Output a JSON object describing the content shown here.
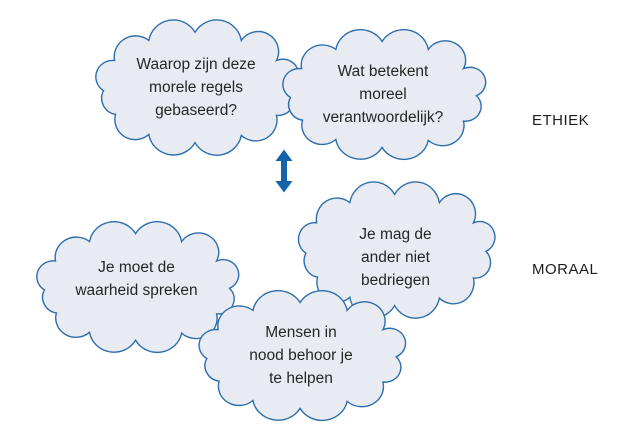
{
  "diagram": {
    "title_hidden": "",
    "labels": {
      "ethiek": "ETHIEK",
      "moraal": "MORAAL"
    },
    "clouds": {
      "ethics_question_1": {
        "text": "Waarop zijn deze\nmorele regels\ngebaseerd?"
      },
      "ethics_question_2": {
        "text": "Wat betekent\nmoreel\nverantwoordelijk?"
      },
      "moral_rule_bedriegen": {
        "text": "Je mag de\nander niet\nbedriegen"
      },
      "moral_rule_waarheid": {
        "text": "Je moet de\nwaarheid spreken"
      },
      "moral_rule_helpen": {
        "text": "Mensen in\nnood behoor je\nte helpen"
      }
    },
    "icons": {
      "connector": "double-arrow-vertical"
    },
    "colors": {
      "cloud_fill": "#e9ebf3",
      "cloud_stroke": "#2d6eae",
      "arrow": "#1564ab",
      "text": "#262626",
      "label_text": "#1c1c1c",
      "background": "#ffffff"
    }
  }
}
